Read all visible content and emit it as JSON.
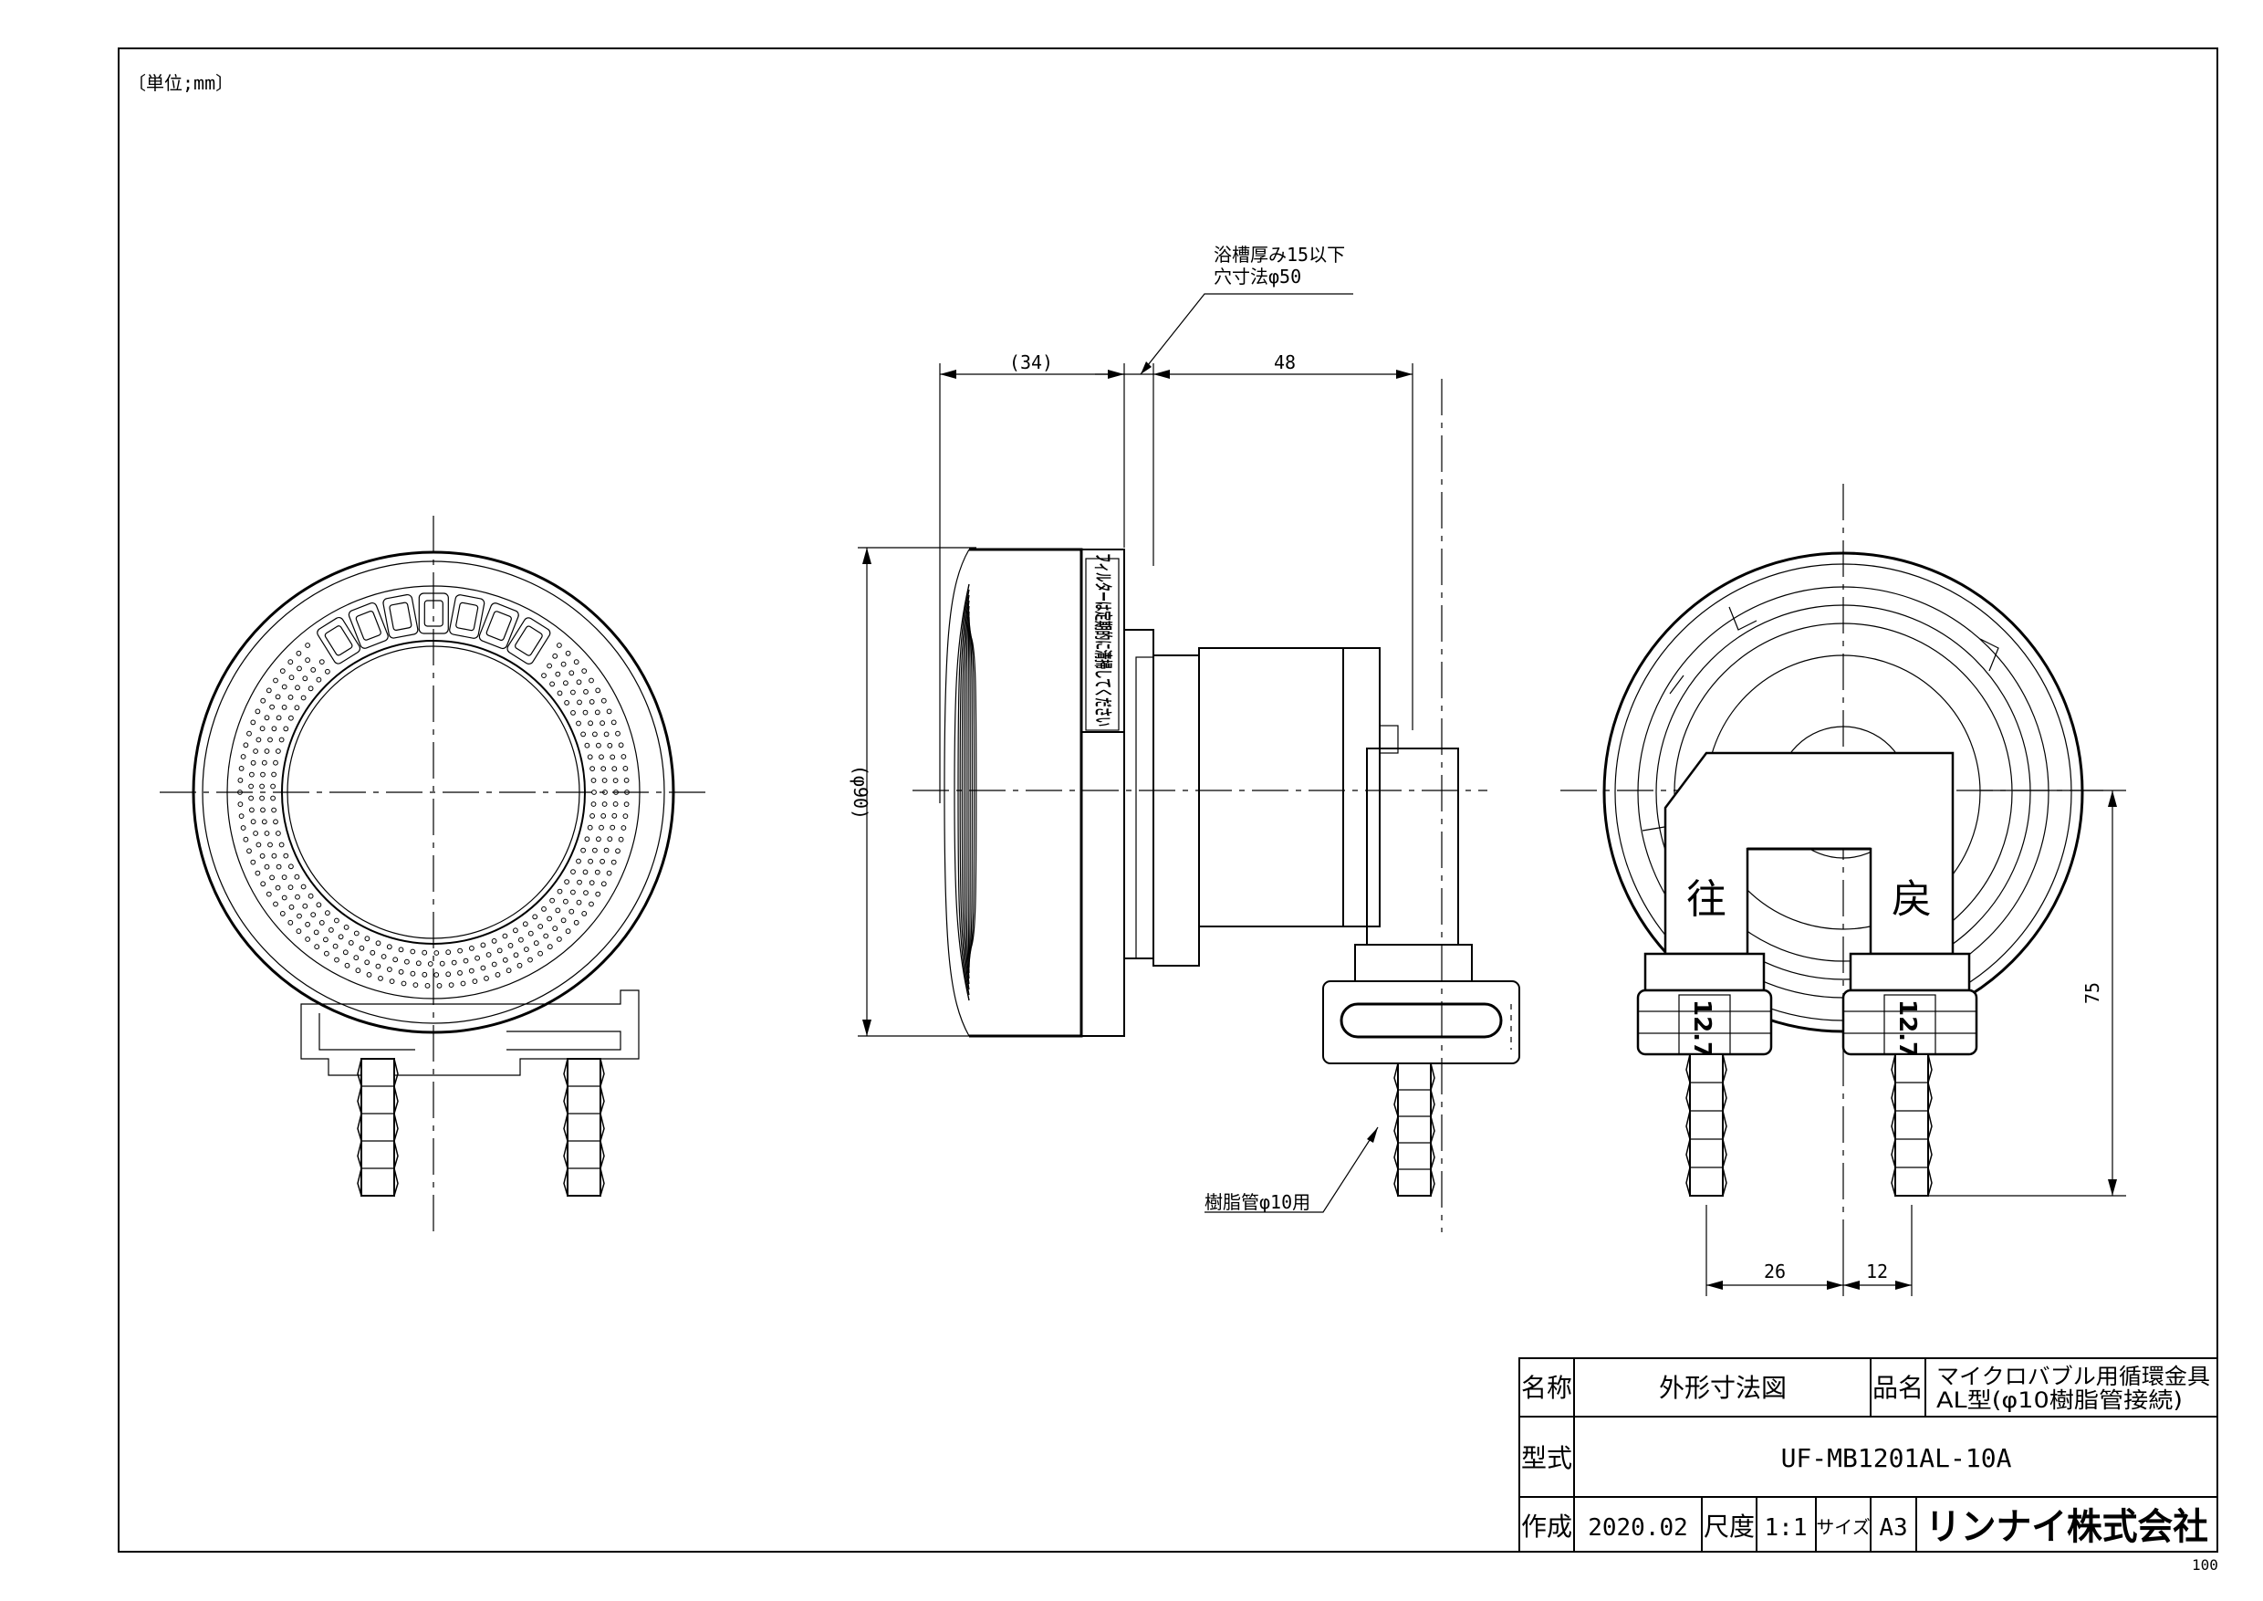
{
  "unit_note": "〔単位;mm〕",
  "corner_number": "100",
  "annotations": {
    "bathtub_thickness": "浴槽厚み15以下",
    "hole_size": "穴寸法φ50",
    "resin_pipe": "樹脂管φ10用",
    "label_go": "往",
    "label_return": "戻",
    "flow_mark_left": "12.7",
    "flow_mark_right": "12.7",
    "side_label": "フィルターは定期的に清掃してください"
  },
  "dimensions": {
    "d34": "(34)",
    "d48": "48",
    "d90": "(φ90)",
    "d75": "75",
    "d26": "26",
    "d12": "12"
  },
  "title_block": {
    "name_label": "名称",
    "name_value": "外形寸法図",
    "product_label": "品名",
    "product_line1": "マイクロバブル用循環金具",
    "product_line2": "AL型(φ10樹脂管接続)",
    "model_label": "型式",
    "model_value": "UF-MB1201AL-10A",
    "created_label": "作成",
    "created_value": "2020.02",
    "scale_label": "尺度",
    "scale_value": "1:1",
    "size_label": "サイズ",
    "size_value": "A3",
    "company": "リンナイ株式会社"
  }
}
